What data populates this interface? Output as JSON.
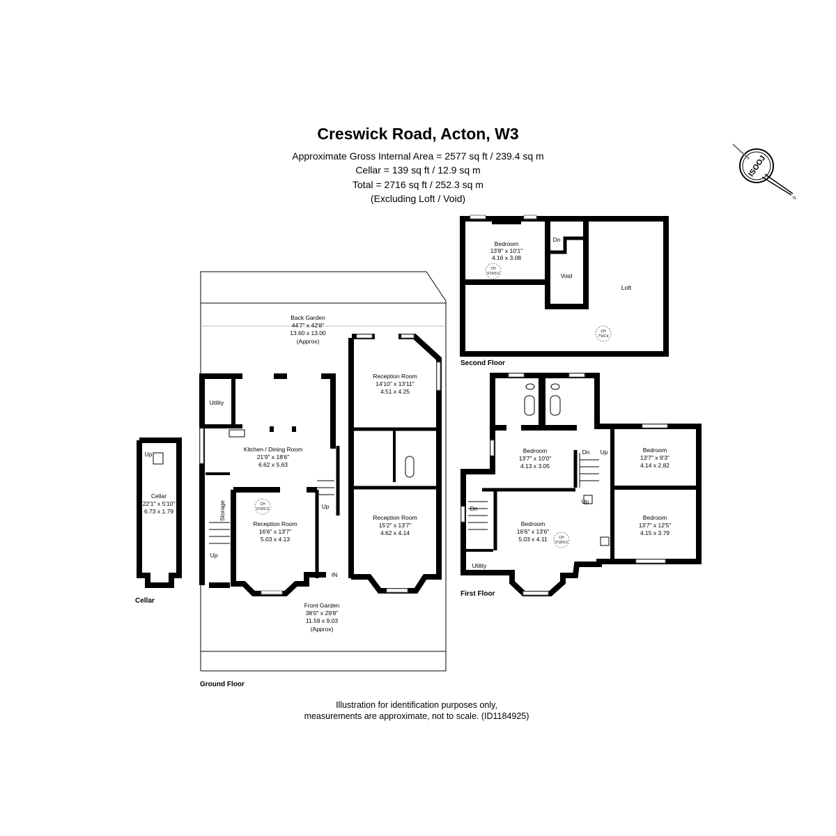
{
  "header": {
    "title": "Creswick Road, Acton, W3",
    "lines": [
      "Approximate Gross Internal Area =  2577 sq ft / 239.4 sq m",
      "Cellar = 139 sq ft / 12.9 sq m",
      "Total = 2716 sq ft / 252.3 sq m",
      "(Excluding Loft / Void)"
    ]
  },
  "logo": {
    "text": "ISOOJ",
    "north": "N"
  },
  "second_floor": {
    "label": "Second Floor",
    "bedroom": {
      "name": "Bedroom",
      "imperial": "13'8\" x 10'1\"",
      "metric": "4.16 x 3.08"
    },
    "bedroom_ch": {
      "label": "CH",
      "value": "9'10/3.0"
    },
    "void": "Void",
    "loft": "Loft",
    "loft_ch": {
      "label": "CH",
      "value": "7'9/2.4"
    },
    "dn": "Dn"
  },
  "first_floor": {
    "label": "First Floor",
    "rooms": [
      {
        "name": "Bedroom",
        "imperial": "13'7\" x 10'0\"",
        "metric": "4.13 x 3.05"
      },
      {
        "name": "Bedroom",
        "imperial": "13'7\" x 9'3\"",
        "metric": "4.14 x 2.82"
      },
      {
        "name": "Bedroom",
        "imperial": "16'6\" x 13'6\"",
        "metric": "5.03 x 4.11"
      },
      {
        "name": "Bedroom",
        "imperial": "13'7\" x 12'5\"",
        "metric": "4.15 x 3.79"
      }
    ],
    "ch": {
      "label": "CH",
      "value": "9'10/3.0"
    },
    "utility": "Utility",
    "dn": "Dn",
    "up": "Up"
  },
  "ground_floor": {
    "label": "Ground Floor",
    "back_garden": {
      "name": "Back Garden",
      "imperial": "44'7\" x 42'8\"",
      "metric": "13.60 x 13.00",
      "note": "(Approx)"
    },
    "front_garden": {
      "name": "Front Garden",
      "imperial": "38'0\" x 29'8\"",
      "metric": "11.59 x 9.03",
      "note": "(Approx)"
    },
    "kitchen": {
      "name": "Kitchen / Dining Room",
      "imperial": "21'9\" x 18'6\"",
      "metric": "6.62 x 5.63"
    },
    "reception_back": {
      "name": "Reception Room",
      "imperial": "14'10\" x 13'11\"",
      "metric": "4.51 x 4.25"
    },
    "reception_left": {
      "name": "Reception Room",
      "imperial": "16'6\" x 13'7\"",
      "metric": "5.03 x 4.13"
    },
    "reception_front": {
      "name": "Reception Room",
      "imperial": "15'2\" x 13'7\"",
      "metric": "4.62 x 4.14"
    },
    "ch": {
      "label": "CH",
      "value": "9'10/2.9"
    },
    "utility": "Utility",
    "storage": "Storage",
    "up": "Up",
    "in": "IN"
  },
  "cellar": {
    "label": "Cellar",
    "room": {
      "name": "Cellar",
      "imperial": "22'1\" x 5'10\"",
      "metric": "6.73 x 1.79"
    },
    "up": "Up"
  },
  "footer": {
    "lines": [
      "Illustration for identification purposes only,",
      "measurements are approximate, not to scale. (ID1184925)"
    ]
  }
}
